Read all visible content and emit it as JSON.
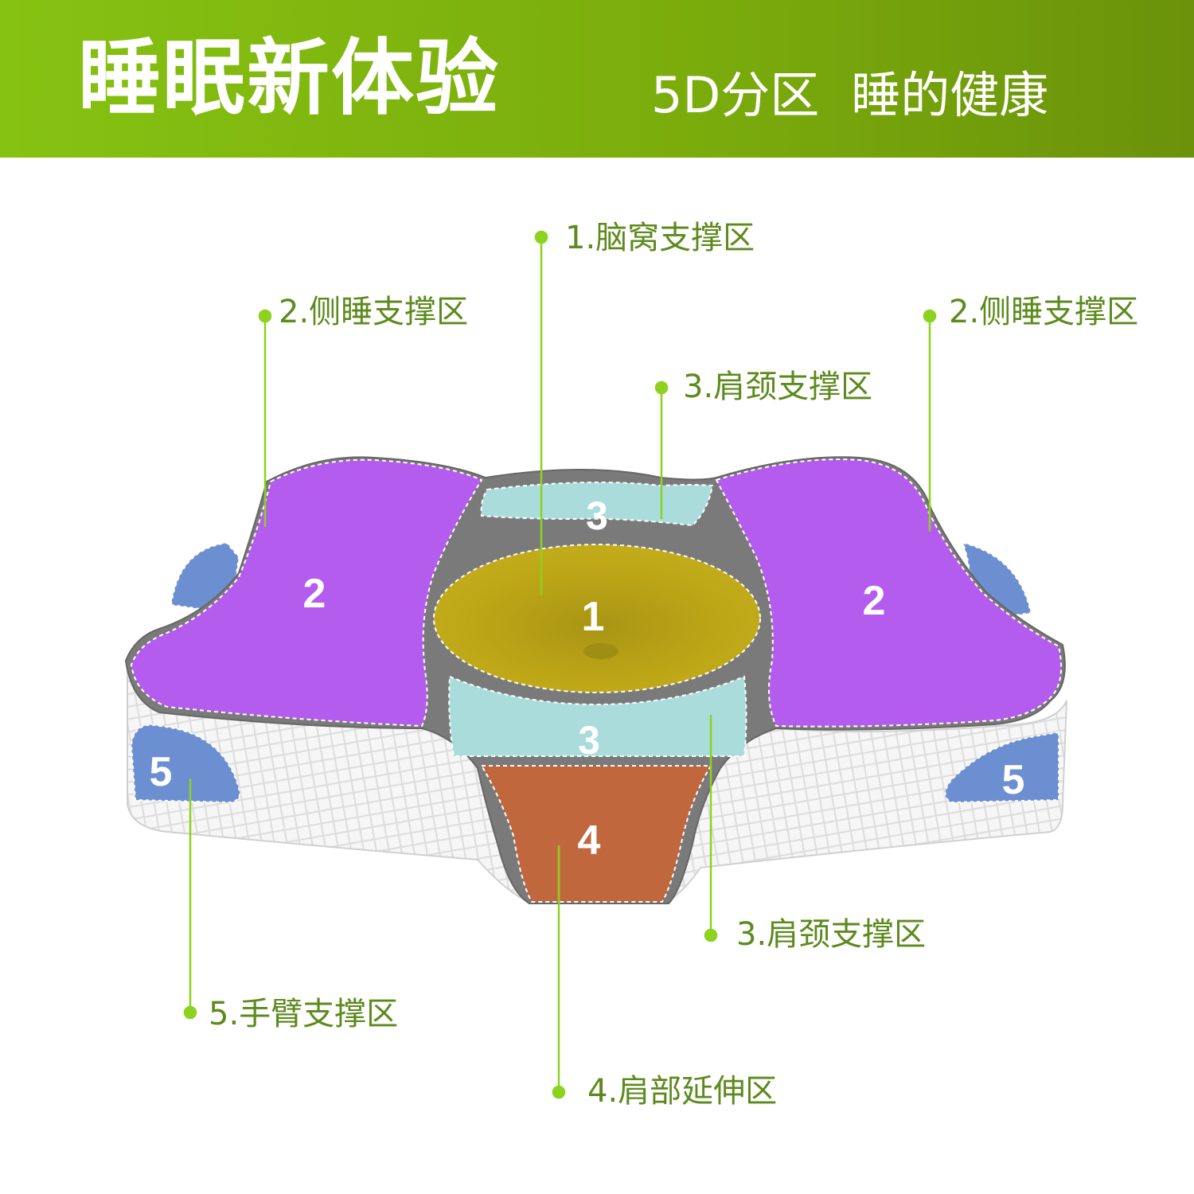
{
  "header": {
    "title": "睡眠新体验",
    "subtitle_1": "5D分区",
    "subtitle_2": "睡的健康"
  },
  "zones": {
    "z1": "1",
    "z2_left": "2",
    "z2_right": "2",
    "z3_top": "3",
    "z3_bottom": "3",
    "z4": "4",
    "z5_left": "5",
    "z5_right": "5"
  },
  "callouts": {
    "c1": "1.脑窝支撑区",
    "c2_left": "2.侧睡支撑区",
    "c2_right": "2.侧睡支撑区",
    "c3_top": "3.肩颈支撑区",
    "c3_bottom": "3.肩颈支撑区",
    "c4": "4.肩部延伸区",
    "c5": "5.手臂支撑区"
  },
  "colors": {
    "banner": "#7aab0c",
    "side_zone": "#b35ced",
    "head_zone": "#bfa817",
    "neck_zone": "#a9dcdb",
    "shoulder_zone": "#c0673e",
    "arm_zone": "#6c8fd1",
    "frame": "#7a7a7a",
    "leader": "#8cd21e",
    "callout_text": "#5d8a1d"
  }
}
